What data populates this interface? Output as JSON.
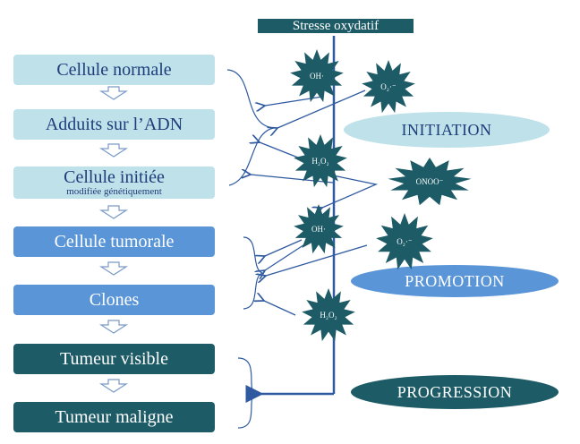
{
  "title": "Stresse oxydatif",
  "stages": [
    {
      "label": "Cellule normale",
      "sublabel": ""
    },
    {
      "label": "Adduits sur l’ADN",
      "sublabel": ""
    },
    {
      "label": "Cellule initiée",
      "sublabel": "modifiée génétiquement"
    },
    {
      "label": "Cellule tumorale",
      "sublabel": ""
    },
    {
      "label": "Clones",
      "sublabel": ""
    },
    {
      "label": "Tumeur visible",
      "sublabel": ""
    },
    {
      "label": "Tumeur maligne",
      "sublabel": ""
    }
  ],
  "phases": {
    "initiation": "INITIATION",
    "promotion": "PROMOTION",
    "progression": "PROGRESSION"
  },
  "radicals": [
    {
      "label": "OH·"
    },
    {
      "label": "O₂·⁻"
    },
    {
      "label": "H₂O₂"
    },
    {
      "label": "ONOO⁻"
    },
    {
      "label": "OH·"
    },
    {
      "label": "O₂·⁻"
    },
    {
      "label": "H₂O₂"
    }
  ],
  "colors": {
    "stage_light": "#bfe1ea",
    "stage_mid": "#5a95d8",
    "stage_dark": "#1d5b66",
    "arrow_line": "#2f5aa0",
    "radical": "#1d5b66"
  }
}
